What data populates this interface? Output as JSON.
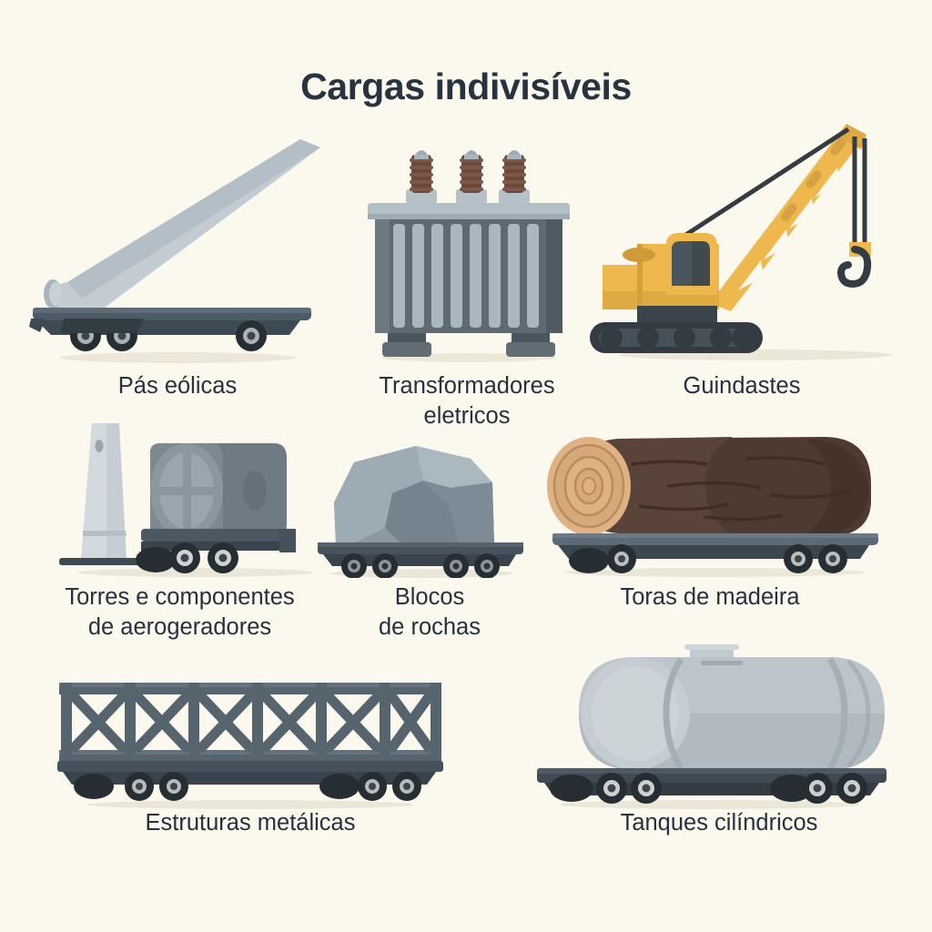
{
  "poster": {
    "title": "Cargas indivisíveis",
    "background_color": "#fbf8ee",
    "title_color": "#273440",
    "caption_color": "#26313d"
  },
  "palette": {
    "deck_dark": "#3f4a52",
    "deck_slate": "#515f6b",
    "tire_dark": "#262e33",
    "hub_gray": "#c8cdcd",
    "blade_light": "#c5ced4",
    "blade_mid": "#aab6bd",
    "transformer_body": "#5d6a72",
    "transformer_fin": "#aab7bf",
    "transformer_top": "#b3bfc6",
    "bushing_brown": "#6b4a3c",
    "bushing_cap": "#a7b4bb",
    "crane_yellow": "#eeb84f",
    "crane_yellow_dark": "#d39f3c",
    "crane_body_dark": "#333c42",
    "tower_light": "#c6ced3",
    "nacelle_gray": "#6f7b82",
    "rock_light": "#97a5ad",
    "rock_mid": "#7e8d96",
    "rock_dark": "#68767f",
    "log_brown": "#4e3a31",
    "log_brown_light": "#5d463a",
    "log_ring": "#d8a97a",
    "log_ring_light": "#e8c49b",
    "truss_gray": "#56646e",
    "truss_gray_light": "#66737d",
    "tank_light": "#bdc6cb",
    "tank_mid": "#a6b1b8",
    "tank_dark": "#97a3aa"
  },
  "items": [
    {
      "id": "blade",
      "caption": "Pás eólicas",
      "icon": "wind-blade-on-trailer"
    },
    {
      "id": "transf",
      "caption": "Transformadores\neletricos",
      "icon": "electrical-transformer"
    },
    {
      "id": "crane",
      "caption": "Guindastes",
      "icon": "crawler-crane"
    },
    {
      "id": "tower",
      "caption": "Torres e componentes\nde aerogeradores",
      "icon": "wind-tower-section-on-trailer"
    },
    {
      "id": "rock",
      "caption": "Blocos\nde rochas",
      "icon": "rock-block-on-trailer"
    },
    {
      "id": "log",
      "caption": "Toras de madeira",
      "icon": "timber-log-on-trailer"
    },
    {
      "id": "truss",
      "caption": "Estruturas metálicas",
      "icon": "steel-truss-on-trailer"
    },
    {
      "id": "tank",
      "caption": "Tanques cilíndricos",
      "icon": "cylindrical-tank-on-trailer"
    }
  ]
}
